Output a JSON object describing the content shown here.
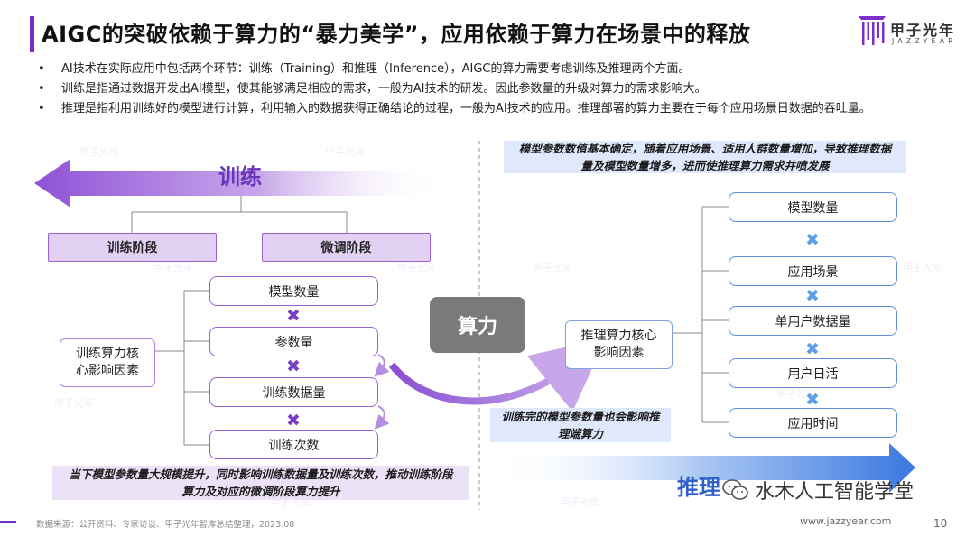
{
  "header": {
    "title": "AIGC的突破依赖于算力的“暴力美学”，应用依赖于算力在场景中的释放",
    "logo_cn": "甲子光年",
    "logo_en": "JAZZYEAR"
  },
  "bullets": [
    "AI技术在实际应用中包括两个环节：训练（Training）和推理（Inference），AIGC的算力需要考虑训练及推理两个方面。",
    "训练是指通过数据开发出AI模型，使其能够满足相应的需求，一般为AI技术的研发。因此参数量的升级对算力的需求影响大。",
    "推理是指利用训练好的模型进行计算，利用输入的数据获得正确结论的过程，一般为AI技术的应用。推理部署的算力主要在于每个应用场景日数据的吞吐量。"
  ],
  "training": {
    "arrow_label": "训练",
    "stages": [
      "训练阶段",
      "微调阶段"
    ],
    "factor_label": "训练算力核心影响因素",
    "items": [
      "模型数量",
      "参数量",
      "训练数据量",
      "训练次数"
    ],
    "note": "当下模型参数量大规模提升，同时影响训练数据量及训练次数，推动训练阶段算力及对应的微调阶段算力提升"
  },
  "center": {
    "label": "算力",
    "link_note": "训练完的模型参数量也会影响推理端算力"
  },
  "inference": {
    "arrow_label": "推理",
    "top_note": "模型参数数值基本确定，随着应用场景、适用人群数量增加，导致推理数据量及模型数量增多，进而使推理算力需求井喷发展",
    "factor_label": "推理算力核心影响因素",
    "items": [
      "模型数量",
      "应用场景",
      "单用户数据量",
      "用户日活",
      "应用时间"
    ]
  },
  "footer": {
    "source": "数据来源：公开资料、专家访谈、甲子光年智库总结整理，2023.08",
    "url": "www.jazzyear.com",
    "page": "10",
    "wechat": "水木人工智能学堂"
  },
  "icons": {
    "multiply_purple": "multiply-icon",
    "multiply_blue": "multiply-icon",
    "wechat": "wechat-icon"
  },
  "colors": {
    "accent_purple": "#7b2fc9",
    "accent_blue": "#2f6fd9"
  }
}
